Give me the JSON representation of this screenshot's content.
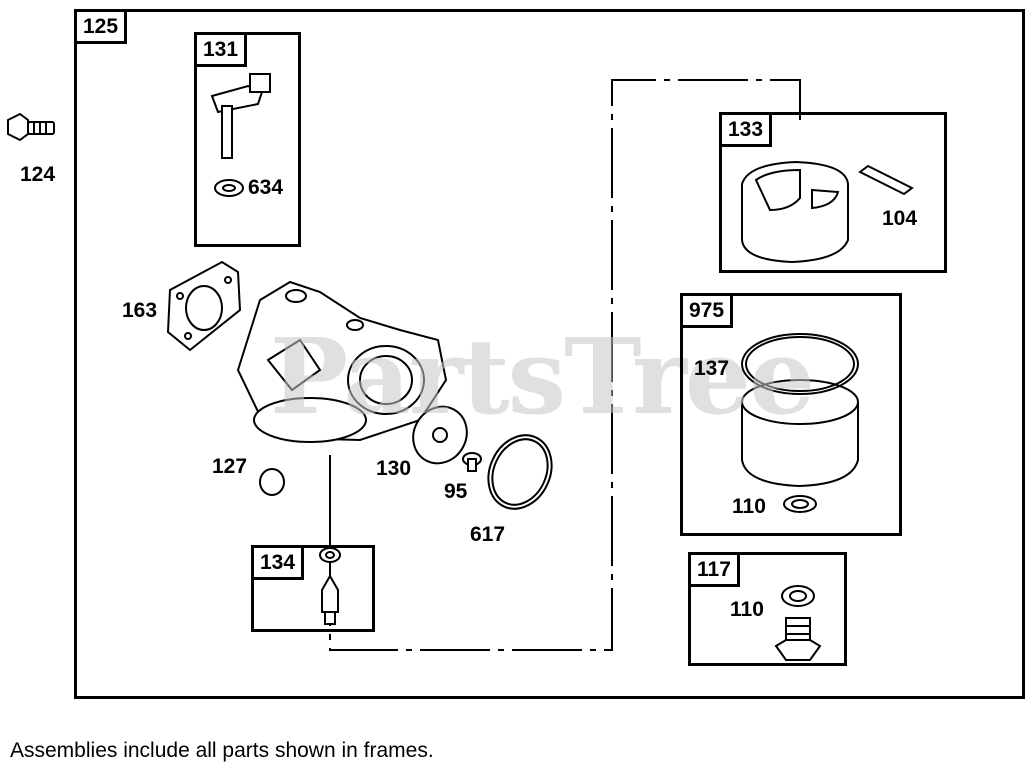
{
  "watermark": "PartsTree",
  "frames": {
    "f125": "125",
    "f131": "131",
    "f133": "133",
    "f975": "975",
    "f134": "134",
    "f117": "117"
  },
  "parts": {
    "p124": "124",
    "p634": "634",
    "p163": "163",
    "p104": "104",
    "p137": "137",
    "p127": "127",
    "p130": "130",
    "p95": "95",
    "p617": "617",
    "p110a": "110",
    "p110b": "110"
  },
  "footer_note": "Assemblies include all parts shown in frames."
}
